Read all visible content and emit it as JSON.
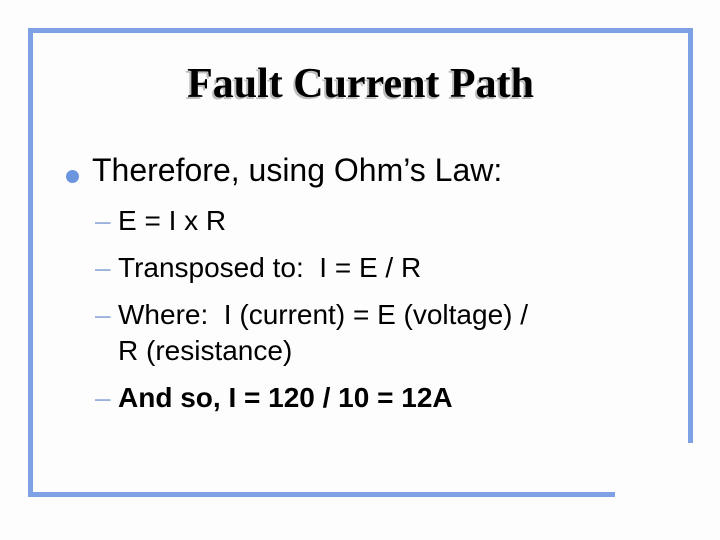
{
  "slide": {
    "title": "Fault Current Path",
    "bullet": {
      "text": "Therefore, using Ohm’s Law:"
    },
    "sub_bullets": [
      {
        "text": "E = I x R",
        "bold": false
      },
      {
        "text": "Transposed to:  I = E / R",
        "bold": false
      },
      {
        "text": "Where:  I (current) = E (voltage) /\nR (resistance)",
        "bold": false
      },
      {
        "text": "And so, I = 120 / 10 = 12A",
        "bold": true
      }
    ],
    "markers": {
      "bullet_icon": "filled-circle",
      "sub_bullet_dash": "–"
    },
    "colors": {
      "frame_border": "#7ea0e5",
      "bullet_dot": "#6b96dd",
      "sub_dash": "#9ab1dd",
      "title_text": "#000000",
      "title_shadow": "#bdbdbd",
      "body_text": "#000000",
      "background": "#fdfdfd"
    }
  }
}
